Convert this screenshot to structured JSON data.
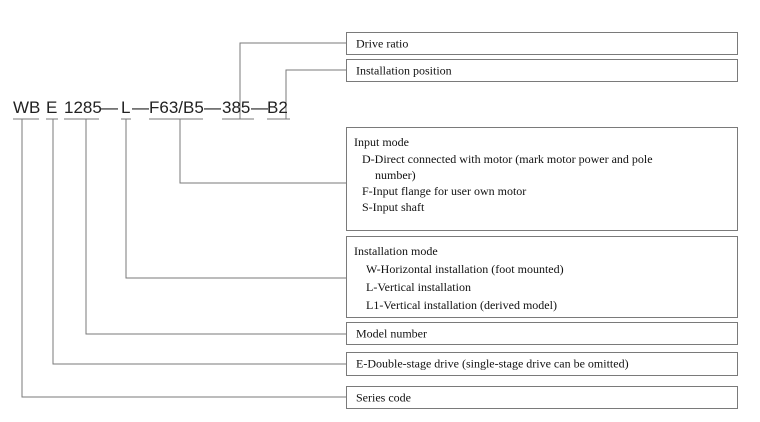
{
  "model_code": {
    "series": "WB",
    "stage": "E",
    "model": "1285",
    "install_mode": "L",
    "input": "F63/B5",
    "ratio": "385",
    "position": "B2",
    "separator": "—"
  },
  "boxes": {
    "drive_ratio": "Drive ratio",
    "installation_position": "Installation position",
    "input_mode": {
      "title": "Input mode",
      "option_d_line1": "D-Direct connected with motor (mark motor power and pole",
      "option_d_line2": "number)",
      "option_f": "F-Input flange for user own motor",
      "option_s": "S-Input shaft"
    },
    "installation_mode": {
      "title": "Installation mode",
      "option_w": "W-Horizontal installation (foot mounted)",
      "option_l": "L-Vertical installation",
      "option_l1": "L1-Vertical installation (derived model)"
    },
    "model_number": "Model number",
    "stage_drive": "E-Double-stage drive (single-stage drive can be omitted)",
    "series_code": "Series code"
  },
  "colors": {
    "line": "#7a7a7a",
    "text": "#222222"
  }
}
